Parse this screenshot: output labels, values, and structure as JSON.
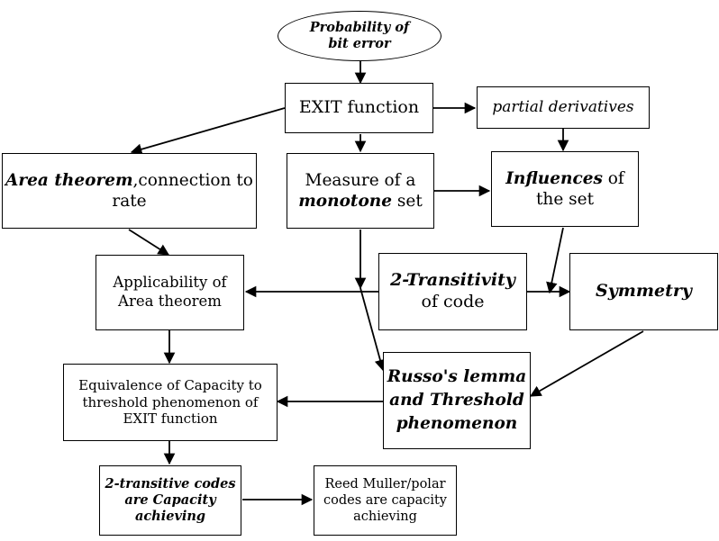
{
  "nodes": {
    "prob": {
      "l1": "Probability of",
      "l2": "bit error"
    },
    "exit": {
      "text": "EXIT function"
    },
    "partial": {
      "text": "partial derivatives"
    },
    "area": {
      "bold": "Area theorem",
      "rest": ",connection to",
      "l2": "rate"
    },
    "measure": {
      "l1": "Measure of a",
      "bold": "monotone",
      "rest": " set"
    },
    "influences": {
      "bold": "Influences",
      "rest": " of",
      "l2": "the set"
    },
    "applic": {
      "l1": "Applicability of",
      "l2": "Area theorem"
    },
    "trans": {
      "bold": "2-Transitivity",
      "l2": "of code"
    },
    "symmetry": {
      "text": "Symmetry"
    },
    "equiv": {
      "l1": "Equivalence of Capacity to",
      "l2": "threshold phenomenon of",
      "l3": "EXIT function"
    },
    "russo": {
      "l1": "Russo's lemma",
      "l2": "and Threshold",
      "l3": "phenomenon"
    },
    "cap": {
      "l1": "2-transitive codes",
      "l2": "are Capacity",
      "l3": "achieving"
    },
    "reed": {
      "l1": "Reed Muller/polar",
      "l2": "codes are capacity",
      "l3": "achieving"
    }
  },
  "edges": [
    {
      "from": "Probability of bit error",
      "to": "EXIT function"
    },
    {
      "from": "EXIT function",
      "to": "partial derivatives"
    },
    {
      "from": "EXIT function",
      "to": "Area theorem,connection to rate"
    },
    {
      "from": "EXIT function",
      "to": "Measure of a monotone set"
    },
    {
      "from": "partial derivatives",
      "to": "Influences of the set"
    },
    {
      "from": "Measure of a monotone set",
      "to": "Influences of the set"
    },
    {
      "from": "Area theorem,connection to rate",
      "to": "Applicability of Area theorem"
    },
    {
      "from": "Influences of the set",
      "to": "Symmetry"
    },
    {
      "from": "2-Transitivity of code",
      "to": "Applicability of Area theorem"
    },
    {
      "from": "2-Transitivity of code",
      "to": "Symmetry"
    },
    {
      "from": "Measure of a monotone set",
      "to": "Russo's lemma and Threshold phenomenon"
    },
    {
      "from": "Symmetry",
      "to": "Russo's lemma and Threshold phenomenon"
    },
    {
      "from": "Applicability of Area theorem",
      "to": "Equivalence of Capacity to threshold phenomenon of EXIT function"
    },
    {
      "from": "Russo's lemma and Threshold phenomenon",
      "to": "Equivalence of Capacity to threshold phenomenon of EXIT function"
    },
    {
      "from": "Equivalence of Capacity to threshold phenomenon of EXIT function",
      "to": "2-transitive codes are Capacity achieving"
    },
    {
      "from": "2-transitive codes are Capacity achieving",
      "to": "Reed Muller/polar codes are capacity achieving"
    }
  ]
}
